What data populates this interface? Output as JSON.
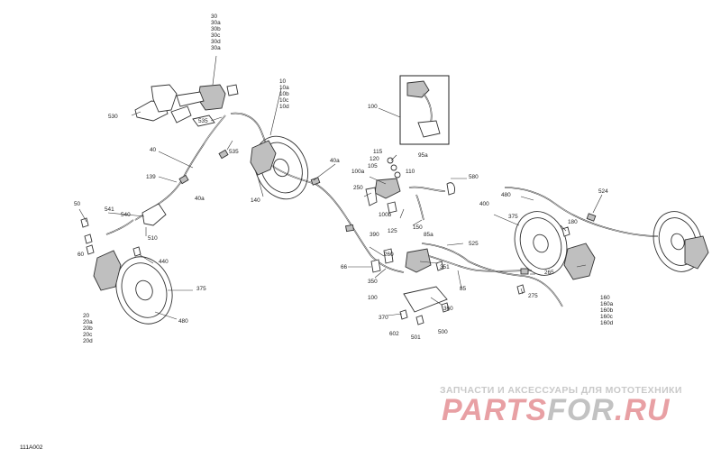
{
  "diagram": {
    "reference_code": "111A002",
    "labels": [
      "30",
      "30a",
      "30b",
      "30c",
      "30d",
      "30a",
      "530",
      "535",
      "535",
      "10",
      "10a",
      "10b",
      "10c",
      "10d",
      "40",
      "40a",
      "40a",
      "139",
      "140",
      "50",
      "541",
      "540",
      "510",
      "60",
      "440",
      "375",
      "480",
      "20",
      "20a",
      "20b",
      "20c",
      "20d",
      "100",
      "115",
      "120",
      "105",
      "110",
      "95a",
      "580",
      "100a",
      "100b",
      "250",
      "125",
      "150",
      "390",
      "260",
      "66",
      "350",
      "100",
      "351",
      "85a",
      "525",
      "85",
      "360",
      "370",
      "602",
      "501",
      "500",
      "400",
      "375",
      "480",
      "180",
      "524",
      "265",
      "275",
      "160",
      "160a",
      "160b",
      "160c",
      "160d"
    ]
  },
  "watermark": {
    "tagline": "ЗАПЧАСТИ И АКСЕССУАРЫ ДЛЯ МОТОТЕХНИКИ",
    "brand_a": "PARTS",
    "brand_b": "FOR",
    "brand_c": ".RU",
    "color_red": "#e8a0a4",
    "color_gray": "#c2c2c2"
  }
}
